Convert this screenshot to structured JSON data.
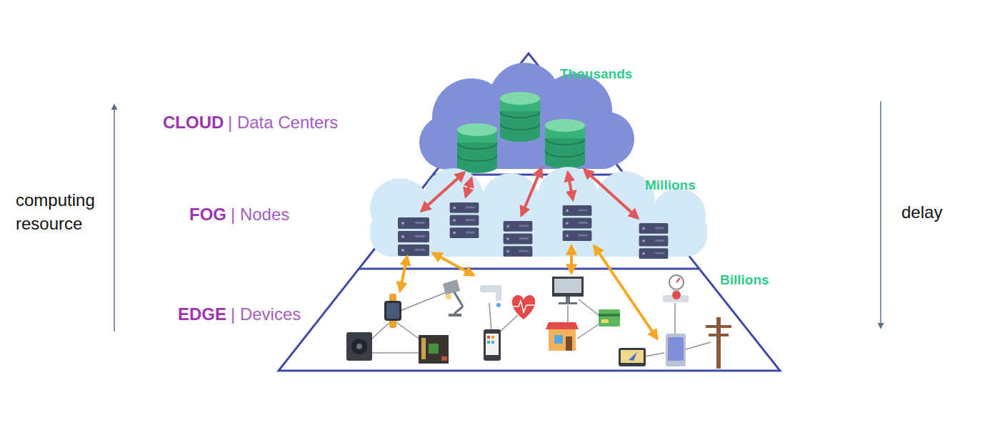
{
  "diagram": {
    "labels": [
      "computing resource",
      "CLOUD",
      "| Data Centers",
      "FOG",
      "| Nodes",
      "EDGE",
      "| Devices",
      "Thousands",
      "Millions",
      "Billions",
      "delay"
    ]
  }
}
